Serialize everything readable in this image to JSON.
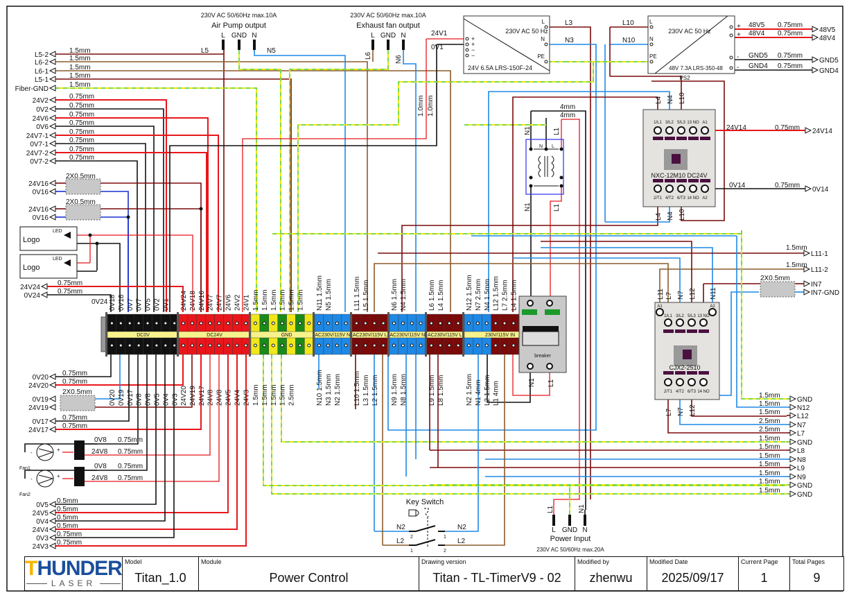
{
  "air_pump": {
    "spec": "230V AC 50/60Hz max.10A",
    "title": "Air Pump output",
    "pins": [
      "L",
      "GND",
      "N"
    ],
    "wire_l": "L5",
    "wire_n": "N5"
  },
  "exhaust_fan": {
    "spec": "230V AC 50/60Hz max.10A",
    "title": "Exhaust fan output",
    "pins": [
      "L",
      "GND",
      "N"
    ],
    "wire_l": "L6",
    "wire_n": "N6"
  },
  "psu1": {
    "input": "230V AC 50 Hz",
    "rating": "24V 6.5A  LRS-150F-24",
    "pins": [
      "L",
      "N",
      "PE"
    ],
    "out_pos": "+",
    "out_neg": "−",
    "wire_24v": "24V1",
    "wire_0v": "0V1",
    "wire_l": "L3",
    "wire_n": "N3"
  },
  "psu2": {
    "input": "230V AC 50 Hz",
    "rating": "48V 7.3A LRS-350-48",
    "name": "PS2",
    "pins": [
      "L",
      "N",
      "PE"
    ],
    "wire_l": "L10",
    "wire_n": "N10",
    "outputs": [
      {
        "sign": "+",
        "net": "48V5",
        "gauge": "0.75mm",
        "target": "48V5"
      },
      {
        "sign": "+",
        "net": "48V4",
        "gauge": "0.75mm",
        "target": "48V4"
      },
      {
        "sign": "-",
        "net": "GND5",
        "gauge": "0.75mm",
        "target": "GND5"
      },
      {
        "sign": "-",
        "net": "GND4",
        "gauge": "0.75mm",
        "target": "GND4"
      }
    ]
  },
  "left_connectors": [
    {
      "net": "L5-2",
      "gauge": "1.5mm"
    },
    {
      "net": "L6-2",
      "gauge": "1.5mm"
    },
    {
      "net": "L6-1",
      "gauge": "1.5mm"
    },
    {
      "net": "L5-1",
      "gauge": "1.5mm"
    },
    {
      "net": "Fiber-GND",
      "gauge": "1.5mm"
    },
    {
      "net": "24V2",
      "gauge": "0.75mm"
    },
    {
      "net": "0V2",
      "gauge": "0.75mm"
    },
    {
      "net": "24V6",
      "gauge": "0.75mm"
    },
    {
      "net": "0V6",
      "gauge": "0.75mm"
    },
    {
      "net": "24V7-1",
      "gauge": "0.75mm"
    },
    {
      "net": "0V7-1",
      "gauge": "0.75mm"
    },
    {
      "net": "24V7-2",
      "gauge": "0.75mm"
    },
    {
      "net": "0V7-2",
      "gauge": "0.75mm"
    }
  ],
  "shielded_pairs": [
    {
      "gauge": "2X0.5mm",
      "nets": [
        "24V16",
        "0V16"
      ]
    },
    {
      "gauge": "2X0.5mm",
      "nets": [
        "24V16",
        "0V16"
      ]
    }
  ],
  "logos": [
    {
      "label": "Logo",
      "led": "LED"
    },
    {
      "label": "Logo",
      "led": "LED"
    }
  ],
  "mid_left": [
    {
      "net": "24V24",
      "gauge": "0.75mm"
    },
    {
      "net": "0V24",
      "gauge": "0.75mm"
    }
  ],
  "ov24_label": "0V24",
  "lower_left": [
    {
      "net": "0V20",
      "gauge": "0.75mm"
    },
    {
      "net": "24V20",
      "gauge": "0.75mm"
    }
  ],
  "pair19": {
    "gauge": "2X0.5mm",
    "nets": [
      "0V19",
      "24V19"
    ]
  },
  "lower_left2": [
    {
      "net": "0V17",
      "gauge": "0.75mm"
    },
    {
      "net": "24V17",
      "gauge": "0.75mm"
    }
  ],
  "fans": [
    {
      "name": "Fan1",
      "neg_net": "0V8",
      "pos_net": "24V8",
      "gauge": "0.75mm",
      "minus": "-",
      "plus": "+"
    },
    {
      "name": "Fan2",
      "neg_net": "0V8",
      "pos_net": "24V8",
      "gauge": "0.75mm",
      "minus": "-",
      "plus": "+"
    }
  ],
  "bottom_left": [
    {
      "net": "0V5",
      "gauge": "0.5mm"
    },
    {
      "net": "24V5",
      "gauge": "0.5mm"
    },
    {
      "net": "0V4",
      "gauge": "0.5mm"
    },
    {
      "net": "24V4",
      "gauge": "0.5mm"
    },
    {
      "net": "0V3",
      "gauge": "0.75mm"
    },
    {
      "net": "24V3",
      "gauge": "0.75mm"
    }
  ],
  "terminal_groups": [
    {
      "label": "DC0V",
      "top": [
        "0V18",
        "0V16",
        "0V7",
        "0V7",
        "0V5",
        "0V2",
        "0V1",
        ""
      ],
      "bottom": [
        "0V20",
        "0V19",
        "0V17",
        "0V8",
        "0V8",
        "0V5",
        "0V4",
        "0V3"
      ]
    },
    {
      "label": "DC24V",
      "top": [
        "24V24",
        "24V18",
        "24V16",
        "24V7",
        "24V7",
        "24V6",
        "24V2",
        "24V1"
      ],
      "bottom": [
        "24V20",
        "24V19",
        "24V17",
        "24V8",
        "24V8",
        "24V5",
        "24V4",
        "24V3"
      ]
    },
    {
      "label": "GND",
      "top": [
        "1.5mm",
        "1.5mm",
        "1.5mm",
        "1.5mm",
        "1.5mm",
        "1.5mm"
      ],
      "bottom": [
        "1.5mm",
        "1.5mm",
        "1.5mm",
        "1.5mm",
        "2.5mm"
      ]
    },
    {
      "label": "AC230V/115V N",
      "top": [
        "N11 1.5mm",
        "N5 1.5mm"
      ],
      "bottom": [
        "N10 1.5mm",
        "N3 1.5mm",
        "N2 1.5mm"
      ]
    },
    {
      "label": "AC230V/115V L",
      "top": [
        "L11 1.5mm",
        "L5 1.5mm"
      ],
      "bottom": [
        "L10 1.5mm",
        "L3 1.5mm",
        "L2 1.5mm"
      ]
    },
    {
      "label": "AC230V/115V N",
      "top": [
        "N6 1.5mm",
        "N4 1.5mm"
      ],
      "bottom": [
        "N9 1.5mm",
        "N8 1.5mm"
      ]
    },
    {
      "label": "AC230V/115V L",
      "top": [
        "L6 1.5mm",
        "L4 1.5mm"
      ],
      "bottom": [
        "L9 1.5mm",
        "L8 1.5mm"
      ]
    },
    {
      "label": "230V/115V IN",
      "top": [
        "N12 1.5mm",
        "N7 2.5mm",
        "N4 1.5mm",
        "L12 1.5mm",
        "L7 2.5mm",
        "L4 1.5mm"
      ],
      "bottom": [
        "N2 1.5mm",
        "N1 4mm",
        "L2 1.5mm",
        "L1 4mm"
      ]
    }
  ],
  "breaker": {
    "label": "breaker",
    "top": [
      "N1",
      "L1"
    ],
    "bottom": [
      "N1",
      "L1"
    ]
  },
  "filter": {
    "in": [
      "N1",
      "L1"
    ],
    "out": [
      "N1",
      "L1"
    ],
    "gauge_n": "4mm",
    "gauge_l": "4mm",
    "pin_n": "N",
    "pin_l": "L"
  },
  "contactor1": {
    "model": "NXC-12M10 DC24V",
    "top_pins": [
      "1/L1",
      "3/L2",
      "5/L3",
      "13 NO",
      "A1"
    ],
    "bottom_pins": [
      "2/T1",
      "4/T2",
      "6/T3",
      "14 NO",
      "A2"
    ],
    "in_wires": [
      "L4",
      "N4",
      "L10"
    ],
    "out_wires": [
      "L4",
      "N4",
      "L10"
    ],
    "coil_pos": {
      "net": "24V14",
      "gauge": "0.75mm",
      "target": "24V14"
    },
    "coil_neg": {
      "net": "0V14",
      "gauge": "0.75mm",
      "target": "0V14"
    }
  },
  "contactor2": {
    "model": "CJX2-2510",
    "top_pins": [
      "A1",
      "1/L1",
      "3/L2",
      "5/L3",
      "13 NO",
      "A2"
    ],
    "bottom_pins": [
      "2/T1",
      "4/T2",
      "6/T3",
      "14 NO"
    ],
    "in_wires": [
      "L11",
      "L7",
      "N7",
      "L12",
      "N11"
    ],
    "out_wires": [
      "L7",
      "N7",
      "L12"
    ]
  },
  "right_outputs_top": [
    {
      "gauge": "1.5mm",
      "target": "L11-1"
    },
    {
      "gauge": "1.5mm",
      "target": "L11-2"
    }
  ],
  "in7_pair": {
    "gauge": "2X0.5mm",
    "targets": [
      "IN7",
      "IN7-GND"
    ]
  },
  "right_outputs": [
    {
      "gauge": "1.5mm",
      "target": "GND",
      "color": "gy"
    },
    {
      "gauge": "1.5mm",
      "target": "N12",
      "color": "blu"
    },
    {
      "gauge": "1.5mm",
      "target": "L12",
      "color": "dred"
    },
    {
      "gauge": "2.5mm",
      "target": "N7",
      "color": "blu"
    },
    {
      "gauge": "2.5mm",
      "target": "L7",
      "color": "dred"
    },
    {
      "gauge": "1.5mm",
      "target": "GND",
      "color": "gy"
    },
    {
      "gauge": "1.5mm",
      "target": "L8",
      "color": "dred"
    },
    {
      "gauge": "1.5mm",
      "target": "N8",
      "color": "blu"
    },
    {
      "gauge": "1.5mm",
      "target": "L9",
      "color": "dred"
    },
    {
      "gauge": "1.5mm",
      "target": "N9",
      "color": "blu"
    },
    {
      "gauge": "1.5mm",
      "target": "GND",
      "color": "gy"
    },
    {
      "gauge": "1.5mm",
      "target": "GND",
      "color": "gy"
    }
  ],
  "key_switch": {
    "title": "Key Switch",
    "wires": [
      "N2",
      "L2"
    ],
    "pins_left": [
      "2",
      "1"
    ],
    "pins_right": [
      "1",
      "2"
    ]
  },
  "power_input": {
    "title": "Power Input",
    "spec": "230V AC 50/60Hz max.20A",
    "pins": [
      "L",
      "GND",
      "N"
    ],
    "wires": [
      "L1",
      "N1"
    ]
  },
  "psu1_gauges": [
    "1.0mm",
    "1.0mm"
  ],
  "title_block": {
    "logo_main": "THUNDER",
    "logo_sub": "LASER",
    "model_label": "Model",
    "model": "Titan_1.0",
    "module_label": "Module",
    "module": "Power Control",
    "version_label": "Drawing version",
    "version": "Titan - TL-TimerV9 - 02",
    "modified_by_label": "Modified by",
    "modified_by": "zhenwu",
    "date_label": "Modified Date",
    "date": "2025/09/17",
    "page_label": "Current Page",
    "page": "1",
    "total_label": "Total Pages",
    "total": "9"
  },
  "colors": {
    "live": "#7a0a0a",
    "neutral": "#1e88e5",
    "dc24": "#e8161b",
    "dc0": "#111111",
    "ground": "#e7ea10",
    "brown": "#8b5a2b"
  }
}
